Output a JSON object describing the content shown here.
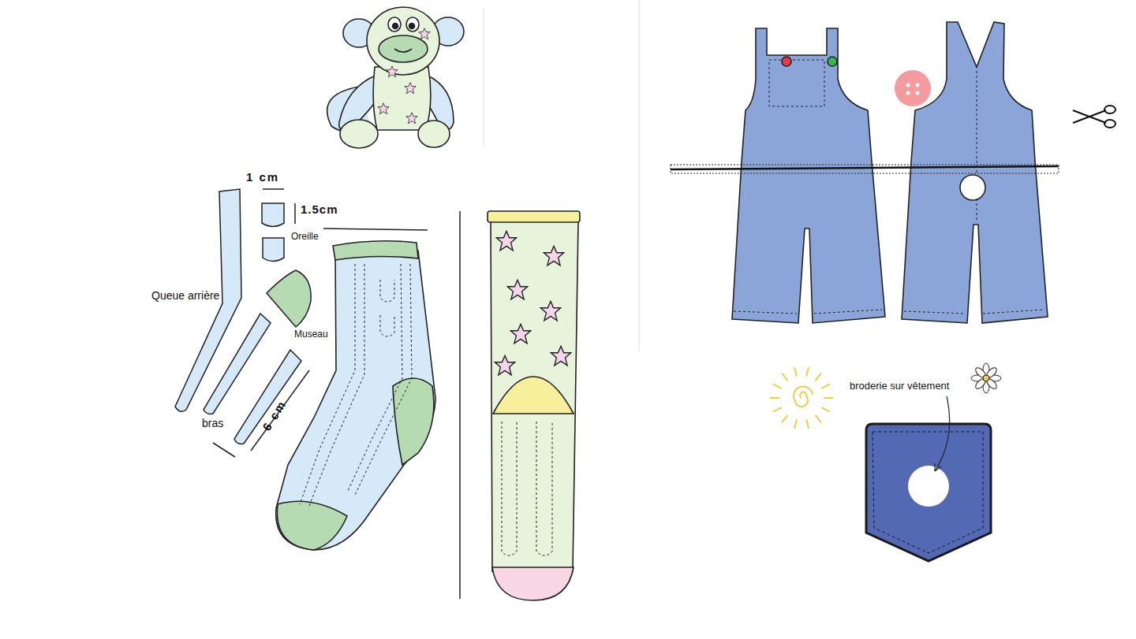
{
  "diagram": {
    "labels": [
      "1 cm",
      "1.5cm",
      "Oreille",
      "Queue arrière",
      "Museau",
      "bras",
      "6 cm",
      "broderie sur vêtement"
    ]
  }
}
